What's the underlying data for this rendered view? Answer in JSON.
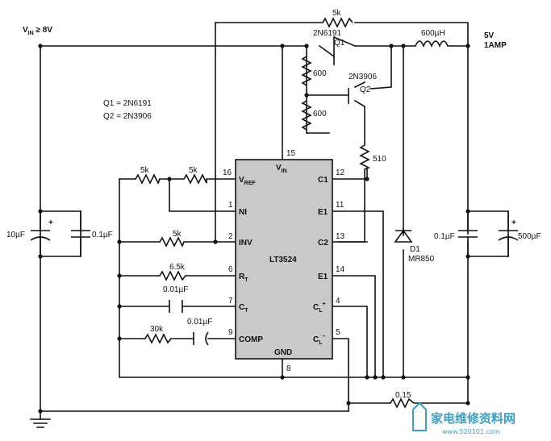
{
  "supply": {
    "vin_label": "V",
    "vin_sub": "IN",
    "vin_cond": " ≥ 8V"
  },
  "notes": {
    "q1": "Q1 = 2N6191",
    "q2": "Q2 = 2N3906"
  },
  "components": {
    "r_top": "5k",
    "q1_part": "2N6191",
    "q1_ref": "Q1",
    "inductor": "600µH",
    "output_v": "5V",
    "output_i": "1AMP",
    "r600a": "600",
    "r600b": "600",
    "q2_part": "2N3906",
    "q2_ref": "Q2",
    "r510": "510",
    "r5k_a": "5k",
    "r5k_b": "5k",
    "r5k_c": "5k",
    "r6k5": "6.5k",
    "c001_a": "0.01µF",
    "r30k": "30k",
    "c001_b": "0.01µF",
    "c10u": "10µF",
    "c01u_in": "0.1µF",
    "c01u_out": "0.1µF",
    "c500u": "500µF",
    "d1_ref": "D1",
    "d1_part": "MR850",
    "r015": "0.15"
  },
  "ic": {
    "name": "LT3524",
    "pins": {
      "vref": {
        "num": "16",
        "label": "V",
        "sub": "REF"
      },
      "ni": {
        "num": "1",
        "label": "NI"
      },
      "inv": {
        "num": "2",
        "label": "INV"
      },
      "rt": {
        "num": "6",
        "label": "R",
        "sub": "T"
      },
      "ct": {
        "num": "7",
        "label": "C",
        "sub": "T"
      },
      "comp": {
        "num": "9",
        "label": "COMP"
      },
      "vin": {
        "num": "15",
        "label": "V",
        "sub": "IN"
      },
      "c1": {
        "num": "12",
        "label": "C1"
      },
      "e1a": {
        "num": "11",
        "label": "E1"
      },
      "c2": {
        "num": "13",
        "label": "C2"
      },
      "e1b": {
        "num": "14",
        "label": "E1"
      },
      "clp": {
        "num": "4",
        "label": "C",
        "sub": "L",
        "sup": "+"
      },
      "clm": {
        "num": "5",
        "label": "C",
        "sub": "L",
        "sup": "–"
      },
      "gnd": {
        "num": "8",
        "label": "GND"
      }
    }
  },
  "watermark": {
    "cn": "家电维修资料网",
    "url": "www.520101.com"
  }
}
